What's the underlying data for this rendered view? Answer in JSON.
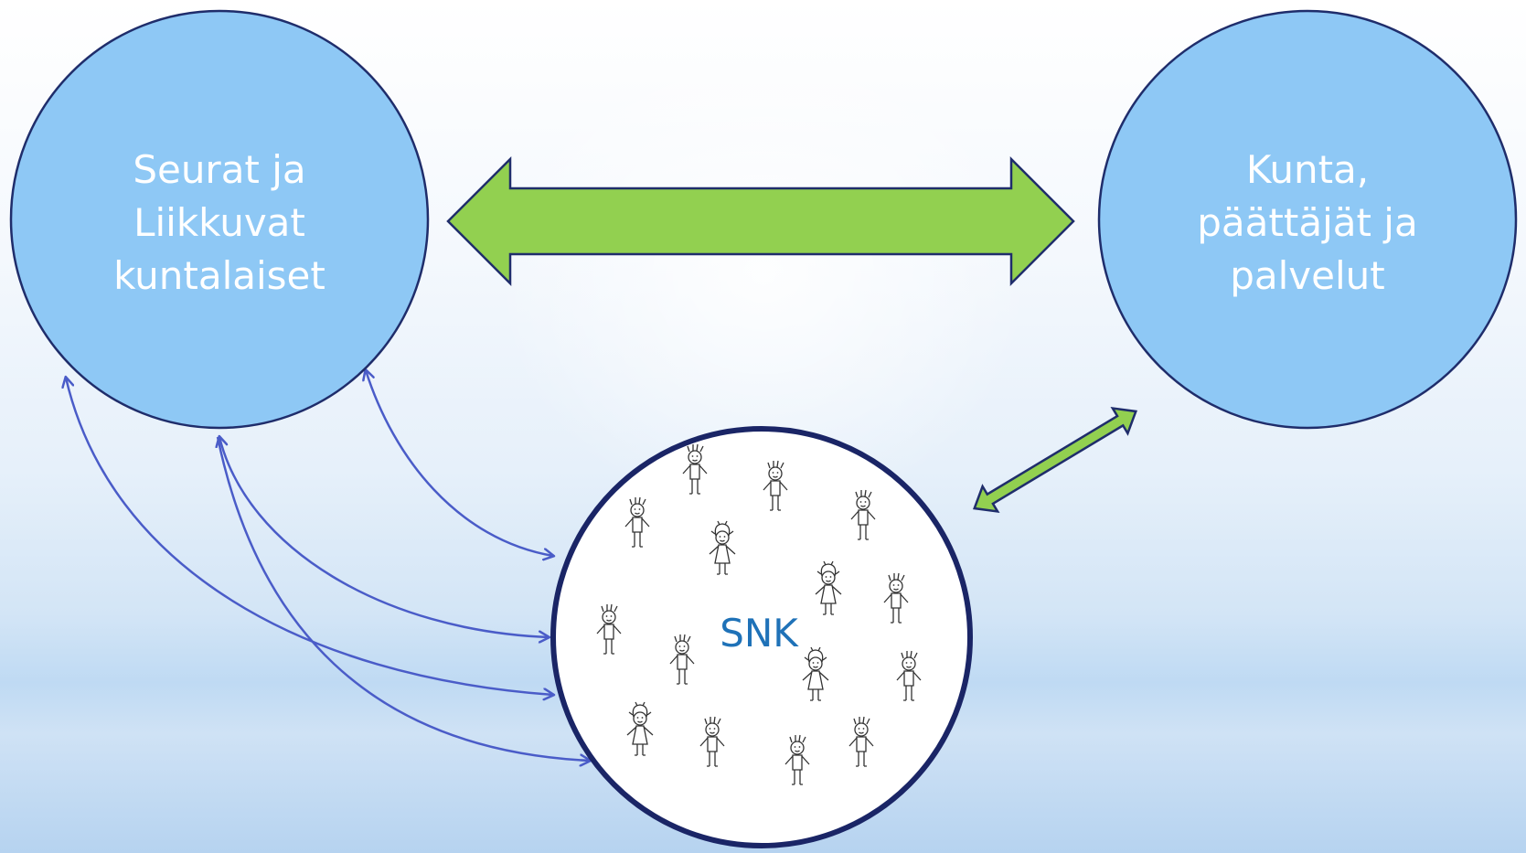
{
  "nodes": {
    "left": {
      "label": "Seurat ja\nLiikkuvat\nkuntalaiset",
      "fill": "#8ec8f5",
      "stroke": "#1f2d6b"
    },
    "right": {
      "label": "Kunta,\npäättäjät ja\npalvelut",
      "fill": "#8ec8f5",
      "stroke": "#1f2d6b"
    },
    "center": {
      "label": "SNK",
      "fill": "#ffffff",
      "stroke": "#1a2566",
      "label_color": "#1f72b8"
    }
  },
  "connectors": {
    "main_double_arrow_color": "#92d050",
    "small_double_arrow_color": "#92d050",
    "curved_arrow_color": "#4a5cc8",
    "curved_arrow_count": 4
  },
  "people_icon": "stick-figure-person-icon"
}
